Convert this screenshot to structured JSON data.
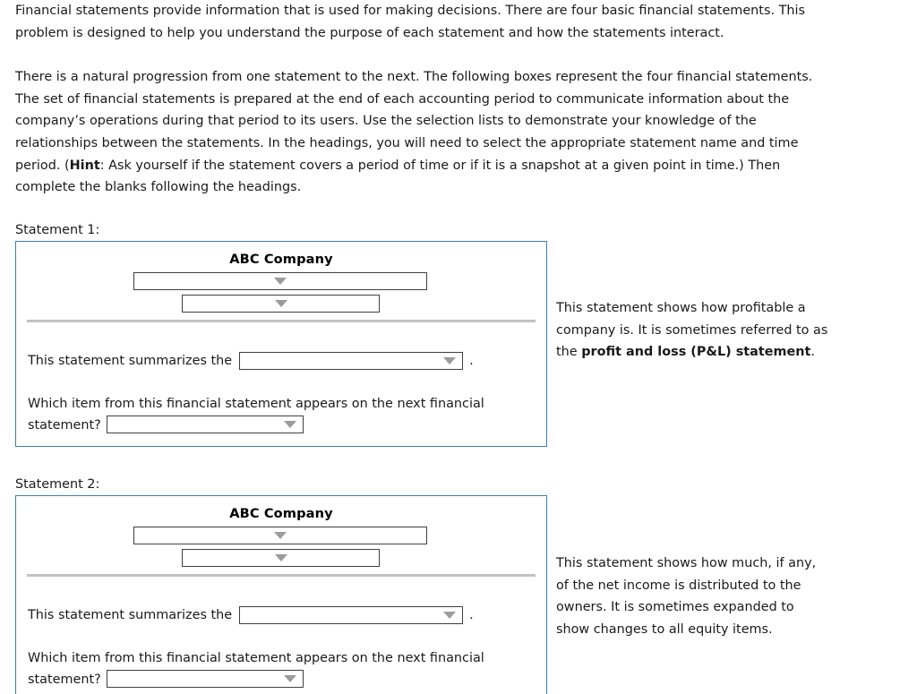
{
  "intro": {
    "paragraph_1": "Financial statements provide information that is used for making decisions. There are four basic financial statements. This problem is designed to help you understand the purpose of each statement and how the statements interact.",
    "paragraph_2_part_1": "There is a natural progression from one statement to the next. The following boxes represent the four financial statements. The set of financial statements is prepared at the end of each accounting period to communicate information about the company’s operations during that period to its users. Use the selection lists to demonstrate your knowledge of the relationships between the statements. In the headings, you will need to select the appropriate statement name and time period. (",
    "paragraph_2_hint": "Hint",
    "paragraph_2_part_2": ": Ask yourself if the statement covers a period of time or if it is a snapshot at a given point in time.) Then complete the blanks following the headings."
  },
  "statements": [
    {
      "label": "Statement 1:",
      "company": "ABC Company",
      "heading_select_1": {
        "value": "",
        "placeholder": "",
        "icon": "chevron-down-icon"
      },
      "heading_select_2": {
        "value": "",
        "placeholder": "",
        "icon": "chevron-down-icon"
      },
      "summarizes_text": "This statement summarizes the",
      "summarizes_select": {
        "value": "",
        "icon": "chevron-down-icon"
      },
      "summarizes_period": ".",
      "which_item_text": "Which item from this financial statement appears on the next financial statement?",
      "which_item_select": {
        "value": "",
        "icon": "chevron-down-icon"
      },
      "note_part_1": "This statement shows how profitable a company is. It is sometimes referred to as the ",
      "note_bold": "profit and loss (P&L) statement",
      "note_part_2": "."
    },
    {
      "label": "Statement 2:",
      "company": "ABC Company",
      "heading_select_1": {
        "value": "",
        "placeholder": "",
        "icon": "chevron-down-icon"
      },
      "heading_select_2": {
        "value": "",
        "placeholder": "",
        "icon": "chevron-down-icon"
      },
      "summarizes_text": "This statement summarizes the",
      "summarizes_select": {
        "value": "",
        "icon": "chevron-down-icon"
      },
      "summarizes_period": ".",
      "which_item_text": "Which item from this financial statement appears on the next financial statement?",
      "which_item_select": {
        "value": "",
        "icon": "chevron-down-icon"
      },
      "note_part_1": "This statement shows how much, if any, of the net income is distributed to the owners. It is sometimes expanded to show changes to all equity items.",
      "note_bold": "",
      "note_part_2": ""
    }
  ],
  "colors": {
    "box_border": "#3a7fb0",
    "dropdown_border": "#3f3f3f",
    "dropdown_arrow": "#9b9b9b",
    "divider": "#c2c2c2",
    "text": "#1a1a1a"
  }
}
